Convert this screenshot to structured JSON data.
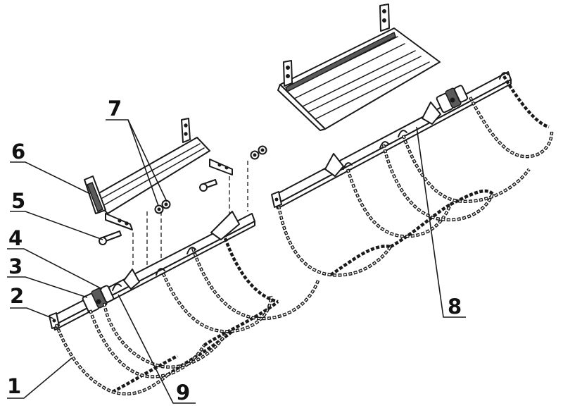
{
  "callouts": [
    {
      "id": "c1",
      "label": "1"
    },
    {
      "id": "c2",
      "label": "2"
    },
    {
      "id": "c3",
      "label": "3"
    },
    {
      "id": "c4",
      "label": "4"
    },
    {
      "id": "c5",
      "label": "5"
    },
    {
      "id": "c6",
      "label": "6"
    },
    {
      "id": "c7",
      "label": "7"
    },
    {
      "id": "c8",
      "label": "8"
    },
    {
      "id": "c9",
      "label": "9"
    }
  ],
  "colors": {
    "ink": "#1a1a1a",
    "background": "#ffffff"
  }
}
